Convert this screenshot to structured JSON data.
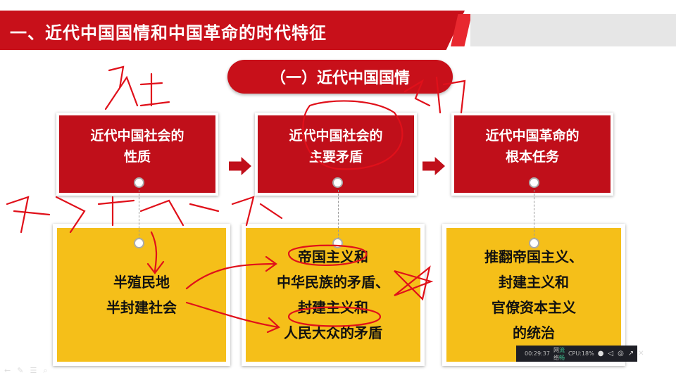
{
  "slide": {
    "title": "一、近代中国国情和中国革命的时代特征",
    "subtitle": "（一）近代中国国情",
    "columns": [
      {
        "header_lines": [
          "近代中国社会的",
          "性质"
        ],
        "body_lines": [
          "半殖民地",
          "半封建社会"
        ]
      },
      {
        "header_lines": [
          "近代中国社会的",
          "主要矛盾"
        ],
        "body_lines": [
          "帝国主义和",
          "中华民族的矛盾、",
          "封建主义和",
          "人民大众的矛盾"
        ]
      },
      {
        "header_lines": [
          "近代中国革命的",
          "根本任务"
        ],
        "body_lines": [
          "推翻帝国主义、",
          "封建主义和",
          "官僚资本主义",
          "的统治"
        ]
      }
    ],
    "colors": {
      "red": "#c8101a",
      "yellow": "#f5bf19",
      "ink": "#e0101a"
    }
  },
  "recorder": {
    "time": "00:29:37",
    "network_label": "网络",
    "network_status": "流畅",
    "cpu": "CPU:18%",
    "icons": [
      "mic-icon",
      "speaker-icon",
      "camera-icon",
      "expand-icon",
      "close-icon"
    ]
  },
  "slide_nav_icons": [
    "arrow-icon",
    "pen-icon",
    "menu-icon",
    "zoom-icon"
  ]
}
